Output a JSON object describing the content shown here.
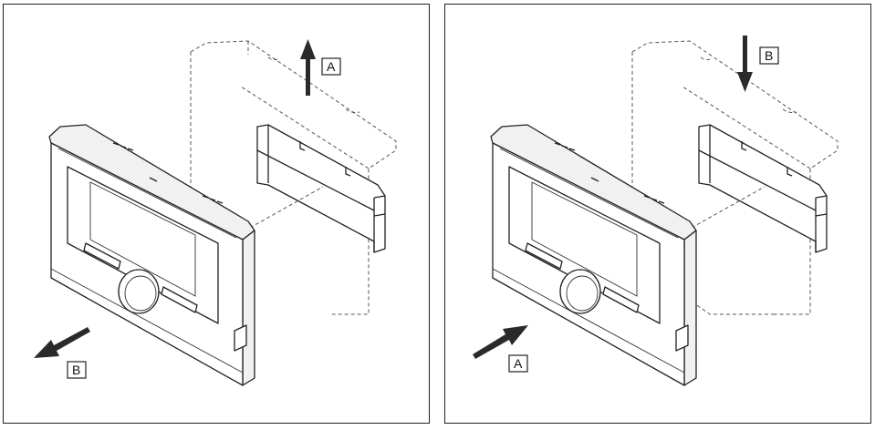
{
  "panels": [
    {
      "id": "removal",
      "label_up": "A",
      "label_out": "B"
    },
    {
      "id": "mounting",
      "label_down": "B",
      "label_in": "A"
    }
  ]
}
